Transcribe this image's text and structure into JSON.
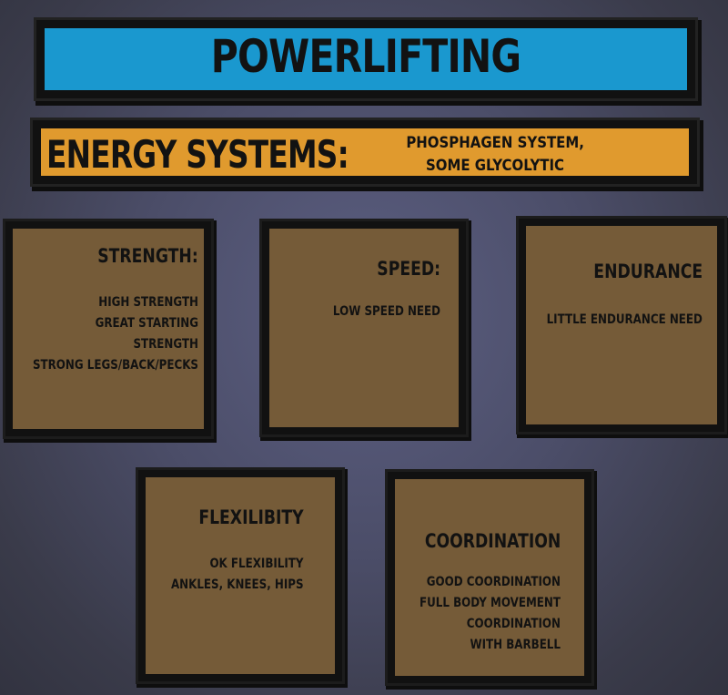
{
  "title": "POWERLIFTING",
  "energy": {
    "label": "ENERGY SYSTEMS:",
    "line1": "PHOSPHAGEN SYSTEM,",
    "line2": "SOME GLYCOLYTIC"
  },
  "cards": {
    "strength": {
      "title": "STRENGTH:",
      "lines": [
        "HIGH STRENGTH",
        "GREAT STARTING",
        "STRENGTH",
        "STRONG LEGS/BACK/PECKS"
      ]
    },
    "speed": {
      "title": "SPEED:",
      "lines": [
        "LOW SPEED NEED"
      ]
    },
    "endurance": {
      "title": "ENDURANCE",
      "lines": [
        "LITTLE ENDURANCE NEED"
      ]
    },
    "flexibility": {
      "title": "FLEXILIBITY",
      "lines": [
        "OK FLEXIBILITY",
        "ANKLES, KNEES, HIPS"
      ]
    },
    "coordination": {
      "title": "COORDINATION",
      "lines": [
        "GOOD COORDINATION",
        "FULL BODY MOVEMENT",
        "COORDINATION",
        "WITH BARBELL"
      ]
    }
  },
  "colors": {
    "title_banner": "#1a98cf",
    "energy_banner": "#e09a2e",
    "card": "#755b38",
    "background": "#4b4d68"
  }
}
